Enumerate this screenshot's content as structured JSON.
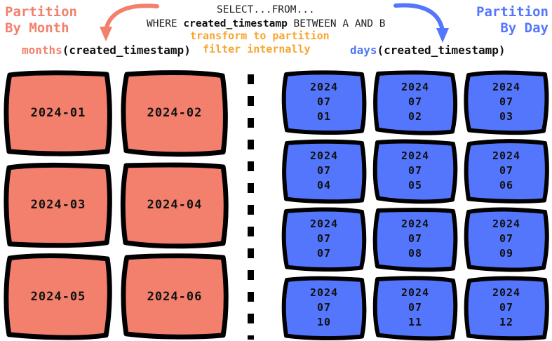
{
  "colors": {
    "month_accent": "#F2806C",
    "day_accent": "#5476FC",
    "note_accent": "#F7A52E",
    "stroke": "#000000",
    "background": "#FFFFFF"
  },
  "headers": {
    "left_title": "Partition\nBy Month",
    "right_title": "Partition\nBy Day"
  },
  "query": {
    "line1": "SELECT...FROM...",
    "line2_prefix": "WHERE ",
    "line2_column": "created_timestamp",
    "line2_suffix": " BETWEEN A AND B"
  },
  "note": {
    "line1": "transform to partition",
    "line2": "filter internally"
  },
  "transforms": {
    "left_fn": "months",
    "left_arg": "(created_timestamp)",
    "right_fn": "days",
    "right_arg": "(created_timestamp)"
  },
  "arrows": {
    "left_arrow_name": "curved-arrow-down-left",
    "right_arrow_name": "curved-arrow-down-right"
  },
  "divider": {
    "name": "vertical-dashed-divider"
  },
  "month_partitions": [
    {
      "label": "2024-01"
    },
    {
      "label": "2024-02"
    },
    {
      "label": "2024-03"
    },
    {
      "label": "2024-04"
    },
    {
      "label": "2024-05"
    },
    {
      "label": "2024-06"
    }
  ],
  "day_partitions": [
    {
      "year": "2024",
      "month": "07",
      "day": "01"
    },
    {
      "year": "2024",
      "month": "07",
      "day": "02"
    },
    {
      "year": "2024",
      "month": "07",
      "day": "03"
    },
    {
      "year": "2024",
      "month": "07",
      "day": "04"
    },
    {
      "year": "2024",
      "month": "07",
      "day": "05"
    },
    {
      "year": "2024",
      "month": "07",
      "day": "06"
    },
    {
      "year": "2024",
      "month": "07",
      "day": "07"
    },
    {
      "year": "2024",
      "month": "07",
      "day": "08"
    },
    {
      "year": "2024",
      "month": "07",
      "day": "09"
    },
    {
      "year": "2024",
      "month": "07",
      "day": "10"
    },
    {
      "year": "2024",
      "month": "07",
      "day": "11"
    },
    {
      "year": "2024",
      "month": "07",
      "day": "12"
    }
  ]
}
